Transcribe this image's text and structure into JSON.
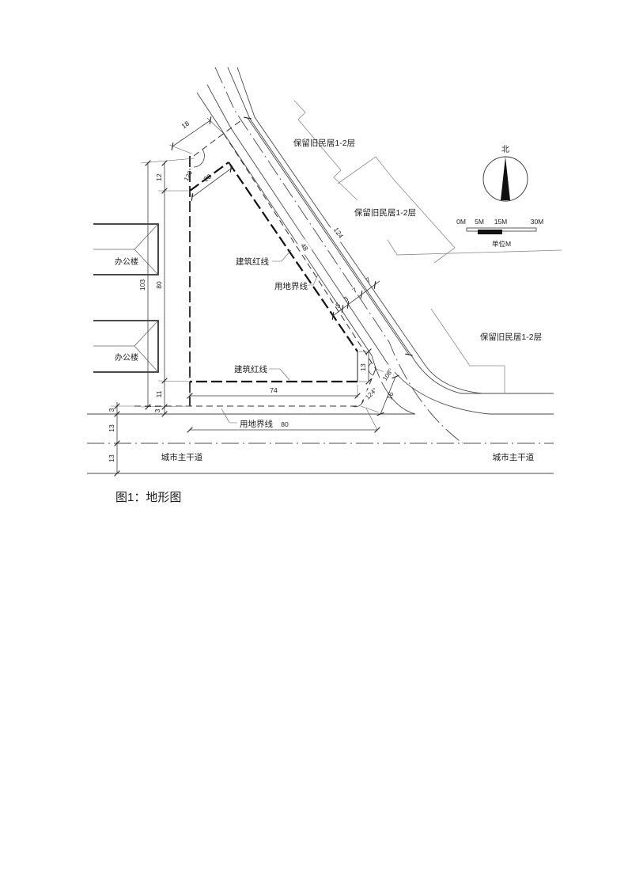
{
  "caption": "图1：地形图",
  "compass": {
    "north": "北",
    "unit": "单位M",
    "ticks": [
      "0M",
      "5M",
      "15M",
      "30M"
    ]
  },
  "labels": {
    "old1": "保留旧民居1-2层",
    "old2": "保留旧民居1-2层",
    "old3": "保留旧民居1-2层",
    "office1": "办公楼",
    "office2": "办公楼",
    "road_left": "城市主干道",
    "road_right": "城市主干道",
    "redline_top": "建筑红线",
    "redline_bottom": "建筑红线",
    "boundary_mid": "用地界线",
    "boundary_bottom": "用地界线"
  },
  "dims": {
    "d18": "18",
    "d20": "20",
    "d12": "12",
    "d103": "103",
    "d80l": "80",
    "d11": "11",
    "d3a": "3",
    "d3b": "3",
    "d13a": "13",
    "d13b": "13",
    "d74": "74",
    "d80b": "80",
    "d124": "124",
    "d48": "48",
    "d5": "5",
    "d3c": "3",
    "d7a": "7",
    "d7b": "7",
    "d13r": "13",
    "d16": "16"
  },
  "angles": {
    "a126": "126°",
    "a108": "108°",
    "a124": "124°"
  }
}
